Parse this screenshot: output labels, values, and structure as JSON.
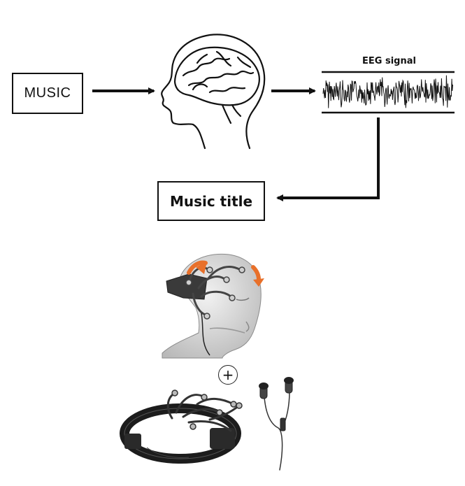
{
  "diagram": {
    "input_label": "MUSIC",
    "signal_label": "EEG signal",
    "output_label": "Music title",
    "plus_symbol": "+"
  },
  "illustrations": {
    "head_icon": "brain-head-icon",
    "headset_model": "eeg-headset-on-head",
    "headset_device": "eeg-headset",
    "earphones": "earphones"
  },
  "colors": {
    "stroke": "#111111",
    "accent": "#e8702a",
    "skin": "#d9d9d9",
    "device": "#1c1c1c"
  }
}
